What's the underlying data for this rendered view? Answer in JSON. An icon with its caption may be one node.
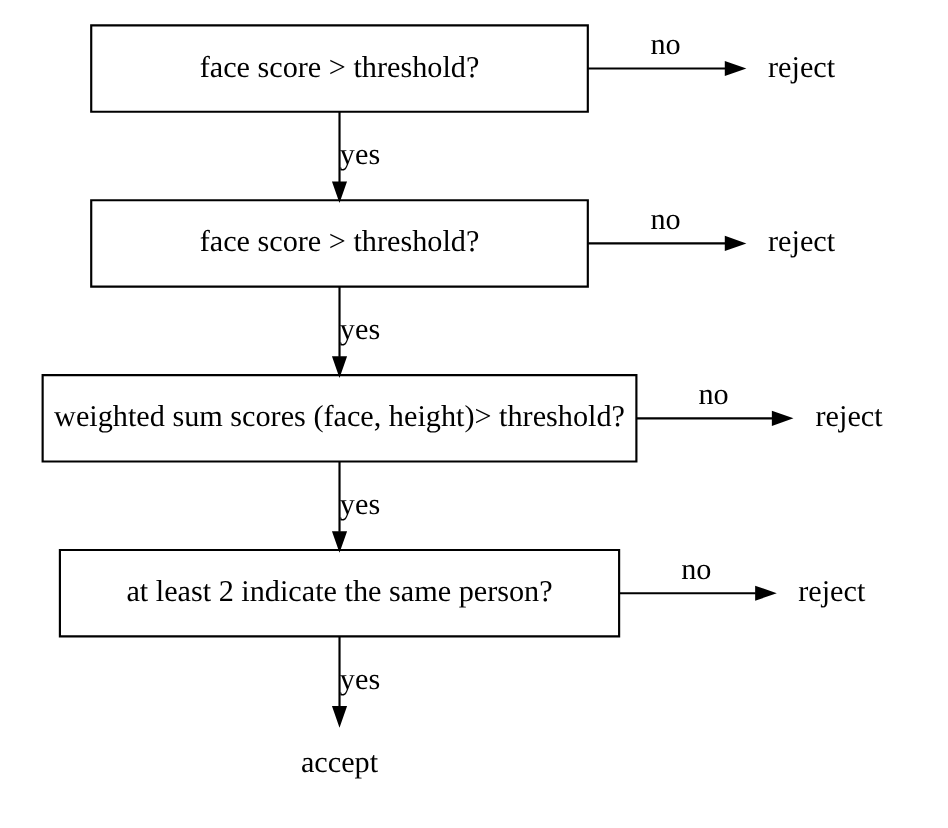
{
  "diagram": {
    "nodes": [
      {
        "text": [
          "face score > threshold?"
        ]
      },
      {
        "text": [
          "reject"
        ]
      },
      {
        "text": [
          "face score > threshold?"
        ]
      },
      {
        "text": [
          "reject"
        ]
      },
      {
        "text": [
          "weighted sum scores (face, height)> threshold?"
        ]
      },
      {
        "text": [
          "reject"
        ]
      },
      {
        "text": [
          "at least 2 indicate the same person?"
        ]
      },
      {
        "text": [
          "reject"
        ]
      },
      {
        "text": [
          "accept"
        ]
      }
    ],
    "edges": [
      {
        "from": 0,
        "to": 1,
        "arrow": "to",
        "label": "no"
      },
      {
        "from": 0,
        "to": 2,
        "arrow": "to",
        "label": "yes"
      },
      {
        "from": 2,
        "to": 3,
        "arrow": "to",
        "label": "no"
      },
      {
        "from": 2,
        "to": 4,
        "arrow": "to",
        "label": "yes"
      },
      {
        "from": 4,
        "to": 5,
        "arrow": "to",
        "label": "no"
      },
      {
        "from": 4,
        "to": 6,
        "arrow": "to",
        "label": "yes"
      },
      {
        "from": 6,
        "to": 7,
        "arrow": "to",
        "label": "no"
      },
      {
        "from": 6,
        "to": 8,
        "arrow": "to",
        "label": "yes"
      }
    ]
  }
}
